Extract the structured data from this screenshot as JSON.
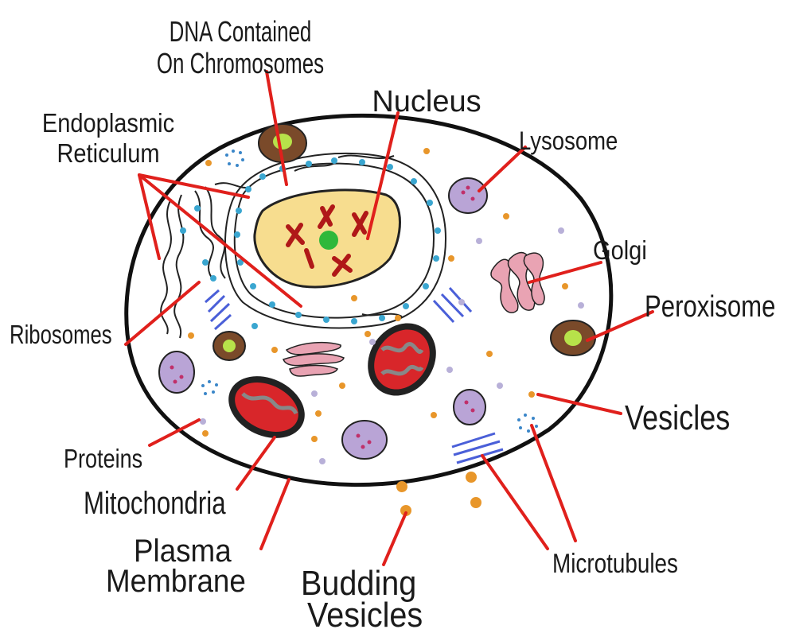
{
  "labels": {
    "dna_line1": "DNA Contained",
    "dna_line2": "On Chromosomes",
    "nucleus": "Nucleus",
    "er_line1": "Endoplasmic",
    "er_line2": "Reticulum",
    "lysosome": "Lysosome",
    "golgi": "Golgi",
    "peroxisome": "Peroxisome",
    "ribosomes": "Ribosomes",
    "vesicles": "Vesicles",
    "proteins": "Proteins",
    "mitochondria": "Mitochondria",
    "plasma_line1": "Plasma",
    "plasma_line2": "Membrane",
    "budding_line1": "Budding",
    "budding_line2": "Vesicles",
    "microtubules": "Microtubules"
  },
  "colors": {
    "leader_line": "#e0201c",
    "membrane": "#111111",
    "nucleus_fill": "#f7dd8f",
    "chromosome": "#b01818",
    "nucleolus": "#2fb83a",
    "ribosome": "#3aa6d0",
    "lysosome": "#b9a4d6",
    "peroxisome": "#7a4a2a",
    "golgi": "#e9a3b3",
    "mitochondria": "#d8262a",
    "vesicle": "#e8962a",
    "microtubule": "#4a5fd8",
    "protein": "#b8b0d8"
  }
}
